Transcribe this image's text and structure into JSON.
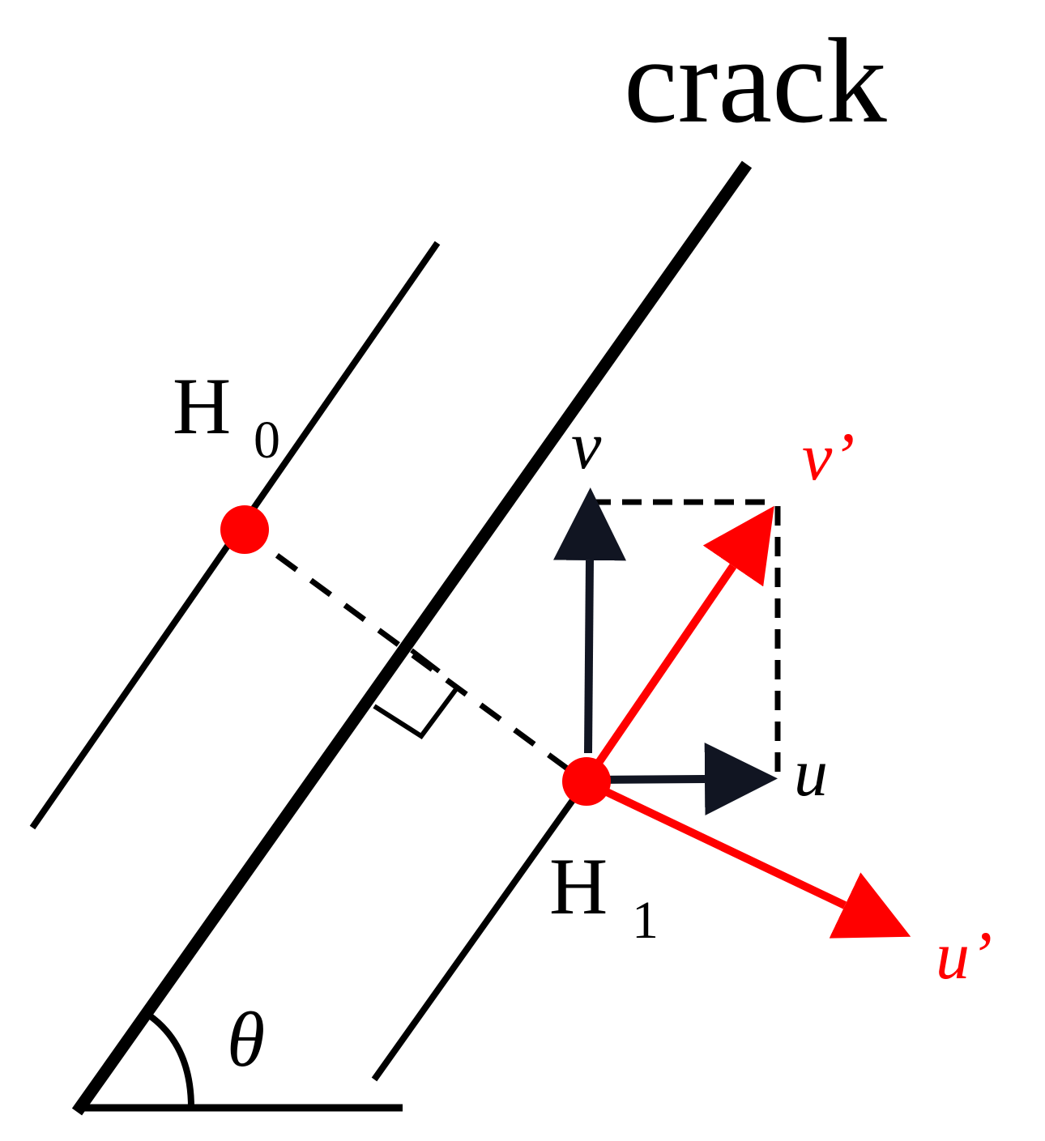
{
  "labels": {
    "crack": "crack",
    "h0_main": "H",
    "h0_sub": "0",
    "h1_main": "H",
    "h1_sub": "1",
    "v": "v",
    "v_prime": "v’",
    "u": "u",
    "u_prime": "u’",
    "theta": "θ"
  },
  "colors": {
    "line": "#000000",
    "vector_dark": "#111522",
    "accent_red": "#ff0000"
  }
}
